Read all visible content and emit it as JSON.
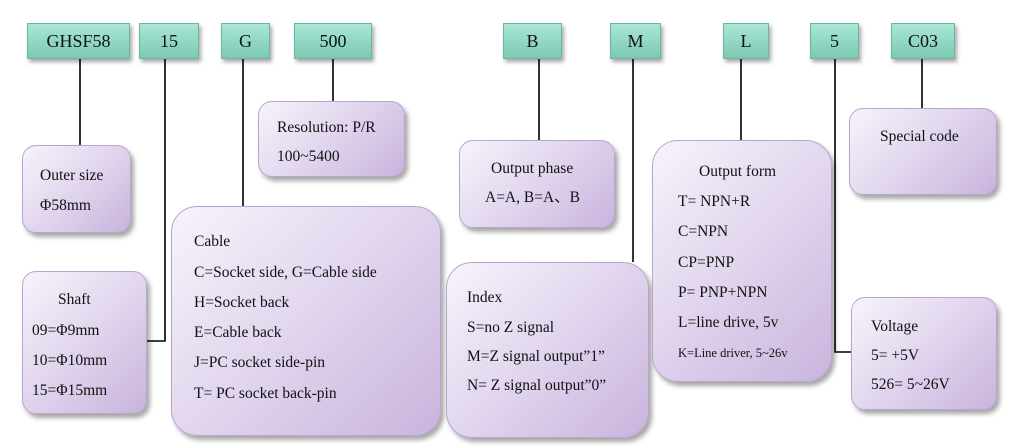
{
  "codes": {
    "model": "GHSF58",
    "shaft": "15",
    "cable": "G",
    "resolution": "500",
    "phase": "B",
    "index": "M",
    "output": "L",
    "voltage": "5",
    "special": "C03"
  },
  "outer_size": {
    "title": "Outer size",
    "value": "Φ58mm"
  },
  "shaft": {
    "title": "Shaft",
    "options": [
      "09=Φ9mm",
      "10=Φ10mm",
      "15=Φ15mm"
    ]
  },
  "resolution": {
    "title": "Resolution: P/R",
    "range": "100~5400"
  },
  "cable": {
    "title": "Cable",
    "options": [
      "C=Socket side, G=Cable side",
      "H=Socket back",
      "E=Cable back",
      "J=PC socket side-pin",
      "T= PC socket back-pin"
    ]
  },
  "output_phase": {
    "title": "Output phase",
    "value": "A=A, B=A、B"
  },
  "index": {
    "title": "Index",
    "options": [
      "S=no Z signal",
      "M=Z signal output”1”",
      "N= Z signal output”0”"
    ]
  },
  "output_form": {
    "title": "Output form",
    "options": [
      "T= NPN+R",
      "C=NPN",
      "CP=PNP",
      "P= PNP+NPN",
      "L=line drive, 5v",
      "K=Line driver, 5~26v"
    ]
  },
  "special": {
    "title": "Special code"
  },
  "voltage": {
    "title": "Voltage",
    "options": [
      "5= +5V",
      "526= 5~26V"
    ]
  },
  "colors": {
    "code_fill": "#7cc9b3",
    "box_fill": "#c9b4dd",
    "line": "#000000"
  }
}
